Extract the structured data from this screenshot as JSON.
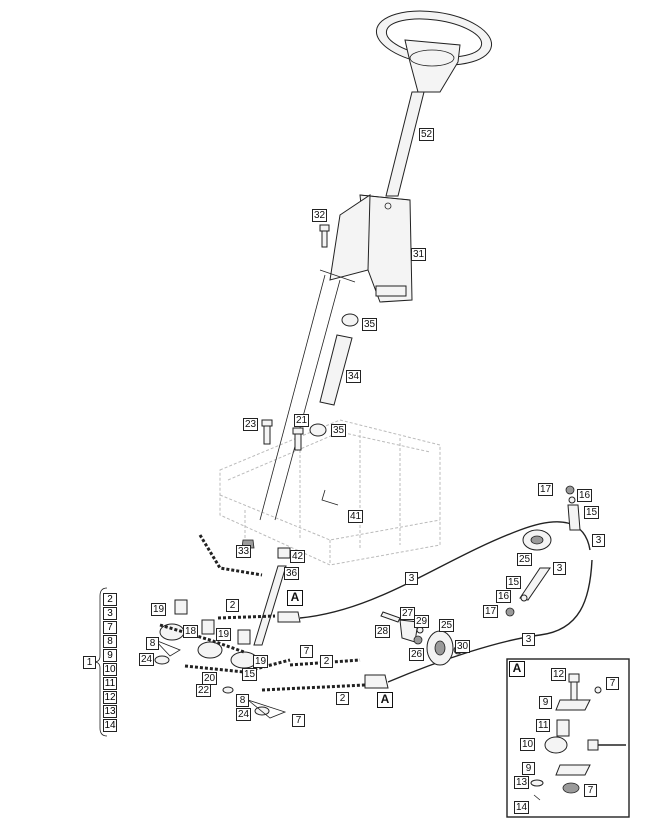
{
  "diagram": {
    "callouts": {
      "c52": "52",
      "c32": "32",
      "c31": "31",
      "c35a": "35",
      "c34": "34",
      "c35b": "35",
      "c23": "23",
      "c21": "21",
      "c41": "41",
      "c33": "33",
      "c42": "42",
      "c36": "36",
      "c17a": "17",
      "c16a": "16",
      "c15a": "15",
      "c3a": "3",
      "c25a": "25",
      "c3b": "3",
      "c3c": "3",
      "c15b": "15",
      "c16b": "16",
      "c17b": "17",
      "c27": "27",
      "c29": "29",
      "c28": "28",
      "c25b": "25",
      "c26": "26",
      "c30": "30",
      "c3d": "3",
      "c19a": "19",
      "c2a": "2",
      "c18": "18",
      "c8a": "8",
      "c19b": "19",
      "c24a": "24",
      "c19c": "19",
      "c7a": "7",
      "c2b": "2",
      "c20": "20",
      "c15c": "15",
      "c22": "22",
      "c8b": "8",
      "c24b": "24",
      "c7b": "7",
      "c2c": "2"
    },
    "view_markers": {
      "m1": "A",
      "m2": "A"
    },
    "kit": {
      "label": "1",
      "items": [
        "2",
        "3",
        "7",
        "8",
        "9",
        "10",
        "11",
        "12",
        "13",
        "14"
      ]
    },
    "detail": {
      "title": "A",
      "callouts": {
        "d12": "12",
        "d7a": "7",
        "d9a": "9",
        "d11": "11",
        "d10": "10",
        "d9b": "9",
        "d13": "13",
        "d7b": "7",
        "d14": "14"
      }
    }
  }
}
